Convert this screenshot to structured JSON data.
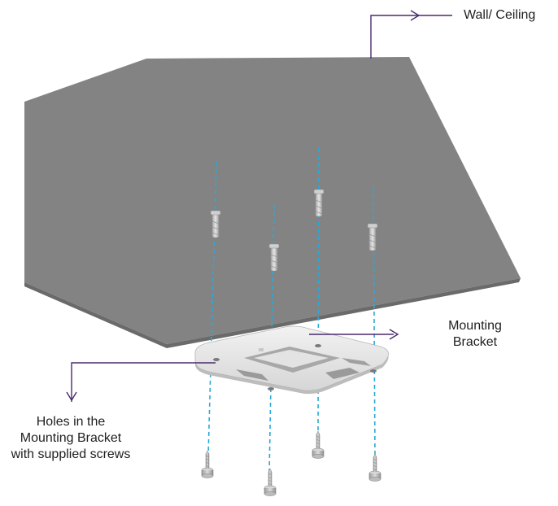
{
  "labels": {
    "wall": "Wall/ Ceiling",
    "bracket": [
      "Mounting",
      "Bracket"
    ],
    "holes": [
      "Holes in the",
      "Mounting Bracket",
      "with supplied screws"
    ]
  },
  "colors": {
    "ceiling": "#838383",
    "ceiling_edge": "#6a6a6a",
    "callout_line": "#4a2a6e",
    "guide_line": "#2aa9d8",
    "bracket": "#e9e9e9",
    "hardware": "#cfcfcf"
  },
  "icons": [
    "arrow-right-icon",
    "arrow-down-icon",
    "wall-anchor-icon",
    "screw-icon"
  ]
}
